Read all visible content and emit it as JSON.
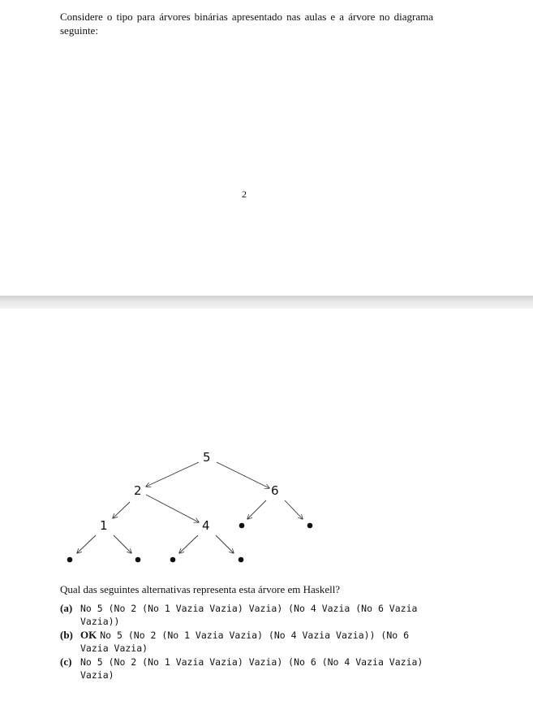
{
  "page1": {
    "intro": "Considere o tipo para árvores binárias apresentado nas aulas e a árvore no diagrama seguinte:",
    "page_number": "2"
  },
  "tree": {
    "nodes": [
      {
        "id": "n5",
        "label": "5"
      },
      {
        "id": "n2",
        "label": "2"
      },
      {
        "id": "n6",
        "label": "6"
      },
      {
        "id": "n1",
        "label": "1"
      },
      {
        "id": "n4",
        "label": "4"
      }
    ],
    "leaf_symbol": "•"
  },
  "question": "Qual das seguintes alternativas representa esta árvore em Haskell?",
  "options": [
    {
      "label": "(a)",
      "marker": "",
      "line1": "No 5 (No 2 (No 1 Vazia Vazia) Vazia) (No 4 Vazia (No 6 Vazia",
      "line2": "Vazia))"
    },
    {
      "label": "(b)",
      "marker": "OK",
      "line1": "No 5 (No 2 (No 1 Vazia Vazia) (No 4 Vazia Vazia)) (No 6",
      "line2": "Vazia Vazia)"
    },
    {
      "label": "(c)",
      "marker": "",
      "line1": "No 5 (No 2 (No 1 Vazia Vazia) Vazia) (No 6 (No 4 Vazia Vazia)",
      "line2": "Vazia)"
    }
  ]
}
